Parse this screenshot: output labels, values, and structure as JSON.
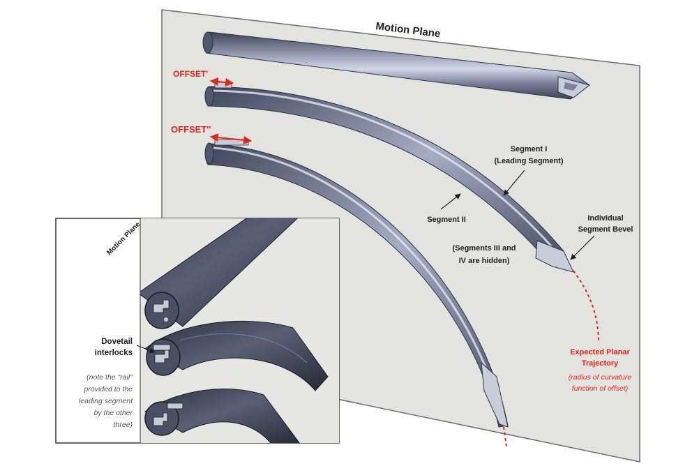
{
  "labels": {
    "motion_plane_main": "Motion Plane",
    "offset_1": "OFFSET'",
    "offset_2": "OFFSET''",
    "segment_1_line1": "Segment I",
    "segment_1_line2": "(Leading Segment)",
    "segment_2": "Segment II",
    "bevel_line1": "Individual",
    "bevel_line2": "Segment Bevel",
    "hidden_line1": "(Segments III and",
    "hidden_line2": "IV are hidden)",
    "trajectory_line1": "Expected Planar",
    "trajectory_line2": "Trajectory",
    "trajectory_line3": "(radius of curvature",
    "trajectory_line4": "function of offset)",
    "inset_motion_plane": "Motion Plane",
    "dovetail_line1": "Dovetail",
    "dovetail_line2": "interlocks",
    "note_line1": "(note the \"rail\"",
    "note_line2": "provided to the",
    "note_line3": "leading segment",
    "note_line4": "by the other",
    "note_line5": "three)"
  },
  "colors": {
    "plane": "#e3e3df",
    "plane_edge": "#6d6d6d",
    "rod_dark": "#3d4254",
    "rod_mid": "#6f7590",
    "rod_light": "#d2d6e6",
    "annotation_red": "#e0261c",
    "inset_bg": "#e6e6e3"
  }
}
